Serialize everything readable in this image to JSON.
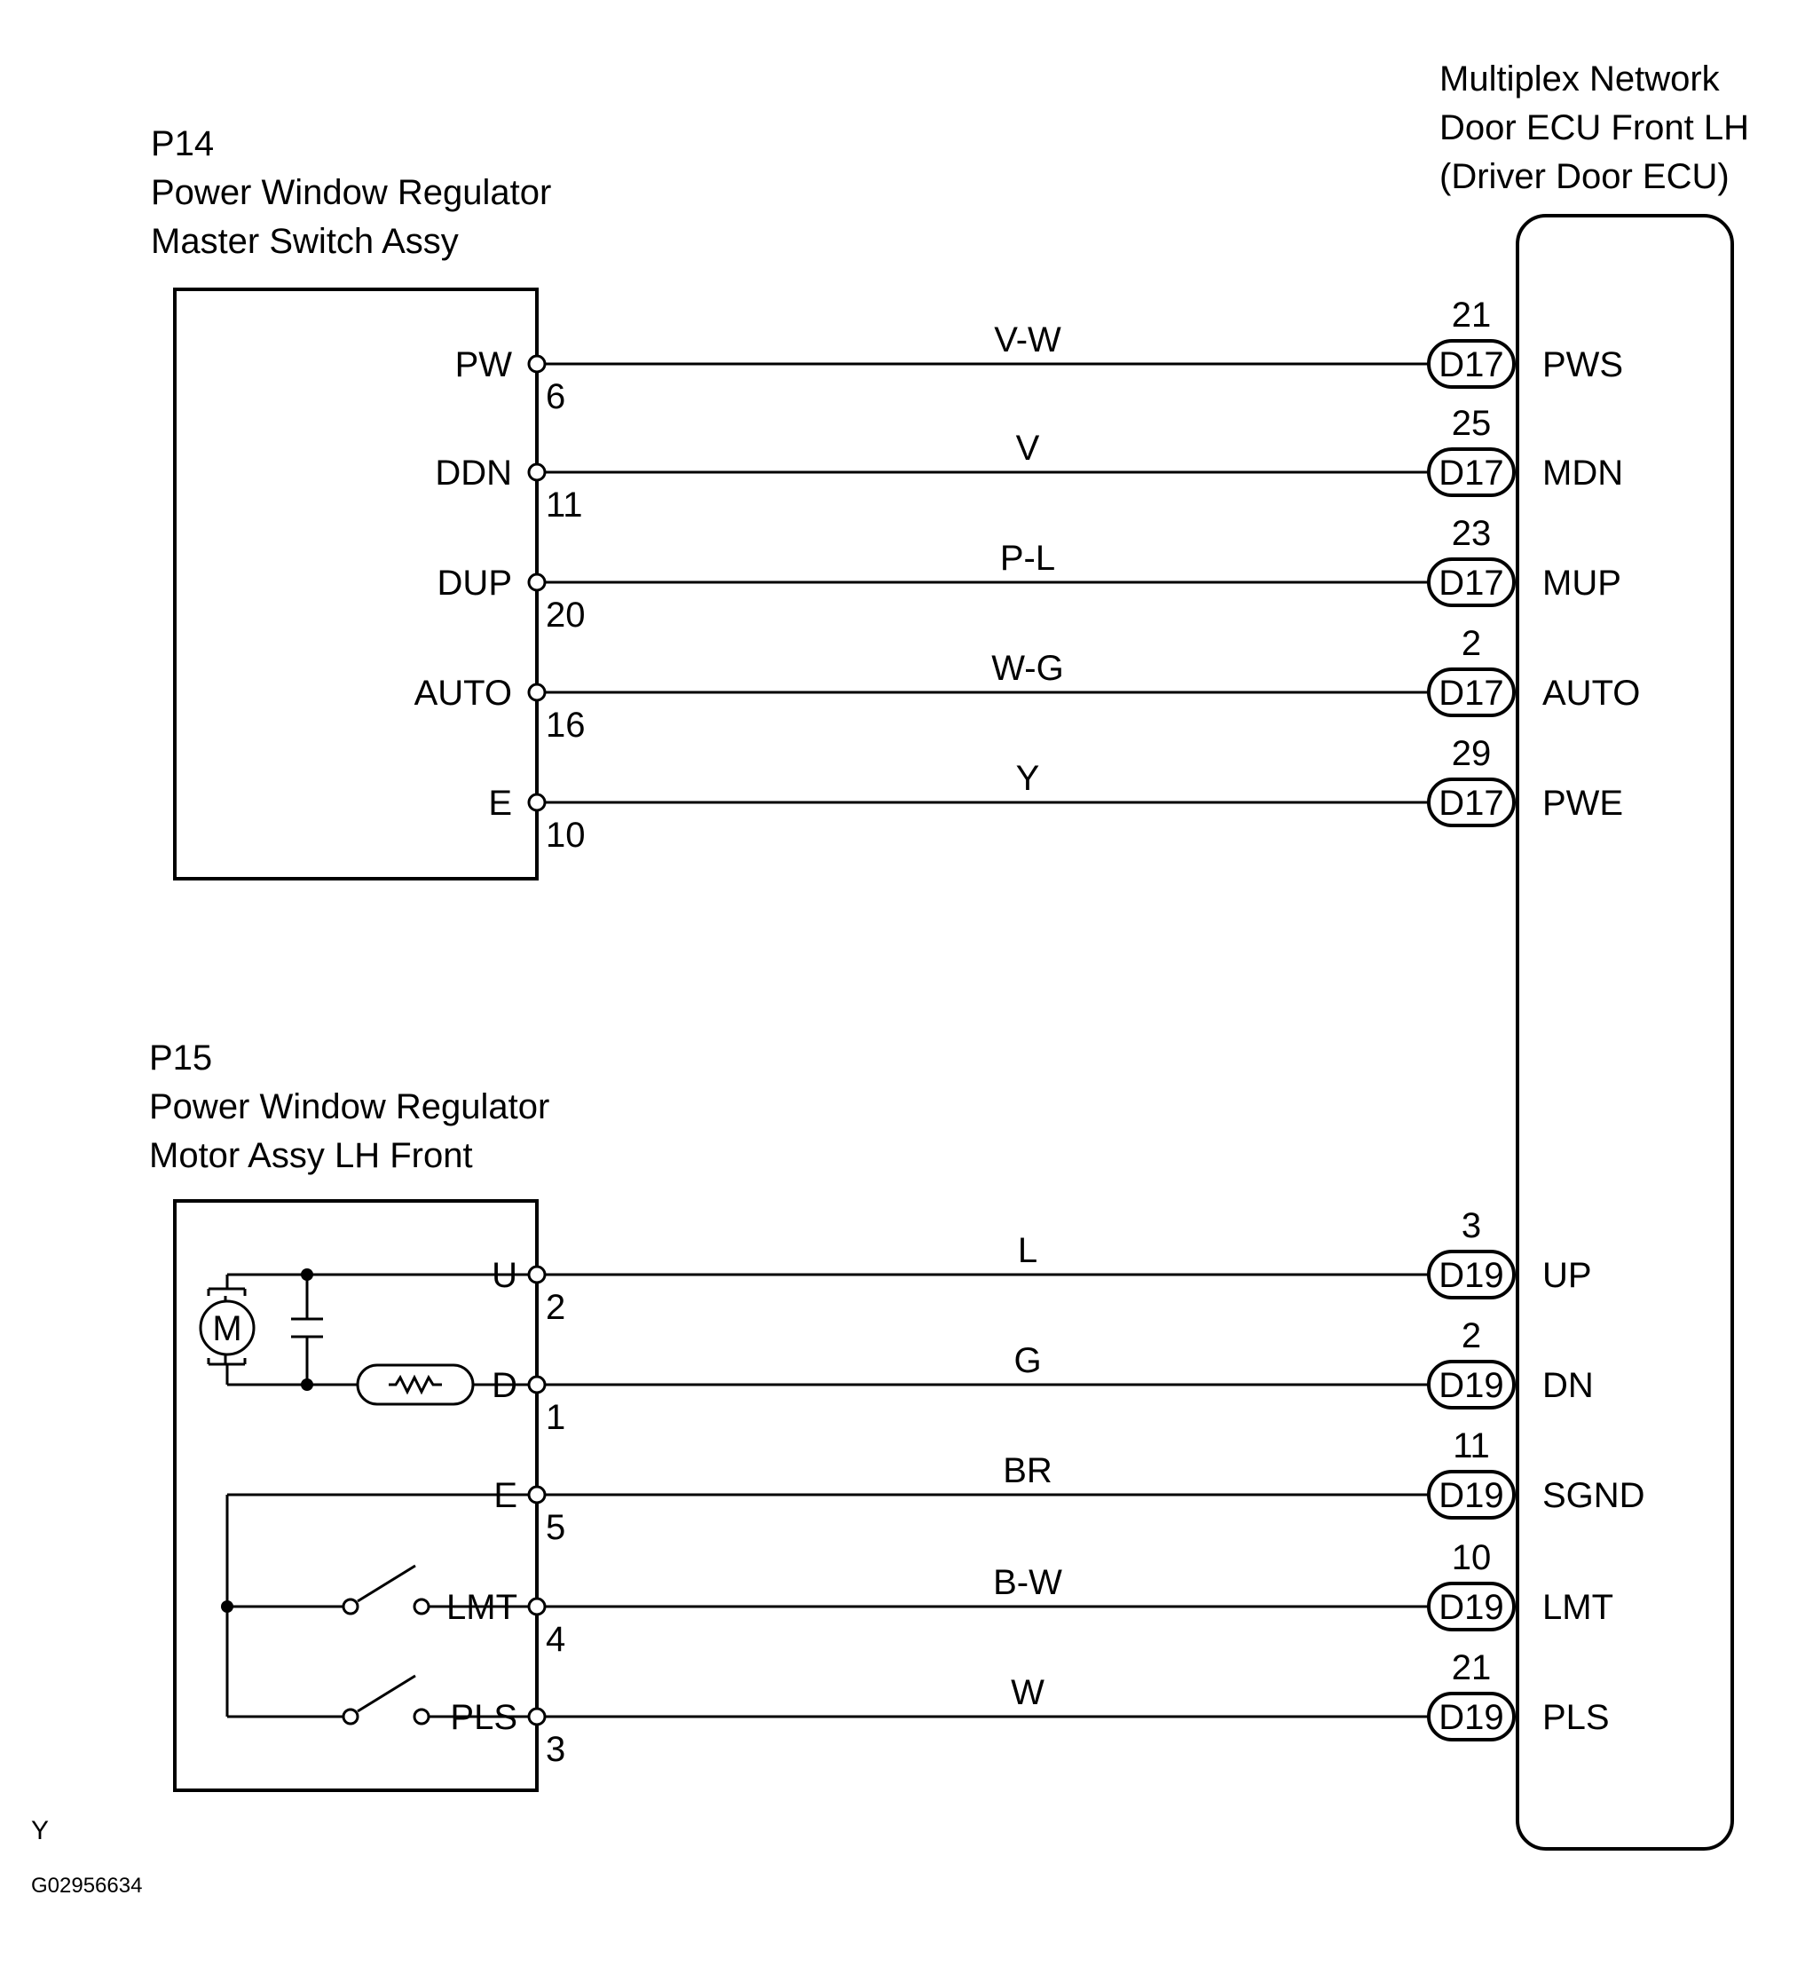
{
  "p14": {
    "code": "P14",
    "name_line1": "Power Window Regulator",
    "name_line2": "Master Switch Assy",
    "pins": [
      {
        "label": "PW",
        "number": "6",
        "wire": "V-W",
        "conn": "D17",
        "ecu_pin": "21",
        "ecu_label": "PWS"
      },
      {
        "label": "DDN",
        "number": "11",
        "wire": "V",
        "conn": "D17",
        "ecu_pin": "25",
        "ecu_label": "MDN"
      },
      {
        "label": "DUP",
        "number": "20",
        "wire": "P-L",
        "conn": "D17",
        "ecu_pin": "23",
        "ecu_label": "MUP"
      },
      {
        "label": "AUTO",
        "number": "16",
        "wire": "W-G",
        "conn": "D17",
        "ecu_pin": "2",
        "ecu_label": "AUTO"
      },
      {
        "label": "E",
        "number": "10",
        "wire": "Y",
        "conn": "D17",
        "ecu_pin": "29",
        "ecu_label": "PWE"
      }
    ]
  },
  "p15": {
    "code": "P15",
    "name_line1": "Power Window Regulator",
    "name_line2": "Motor Assy LH Front",
    "motor_symbol": "M",
    "pins": [
      {
        "label": "U",
        "number": "2",
        "wire": "L",
        "conn": "D19",
        "ecu_pin": "3",
        "ecu_label": "UP"
      },
      {
        "label": "D",
        "number": "1",
        "wire": "G",
        "conn": "D19",
        "ecu_pin": "2",
        "ecu_label": "DN"
      },
      {
        "label": "E",
        "number": "5",
        "wire": "BR",
        "conn": "D19",
        "ecu_pin": "11",
        "ecu_label": "SGND"
      },
      {
        "label": "LMT",
        "number": "4",
        "wire": "B-W",
        "conn": "D19",
        "ecu_pin": "10",
        "ecu_label": "LMT"
      },
      {
        "label": "PLS",
        "number": "3",
        "wire": "W",
        "conn": "D19",
        "ecu_pin": "21",
        "ecu_label": "PLS"
      }
    ]
  },
  "ecu": {
    "title_line1": "Multiplex Network",
    "title_line2": "Door ECU Front LH",
    "title_line3": "(Driver Door ECU)"
  },
  "footer": {
    "mark": "Y",
    "figure_id": "G02956634"
  }
}
